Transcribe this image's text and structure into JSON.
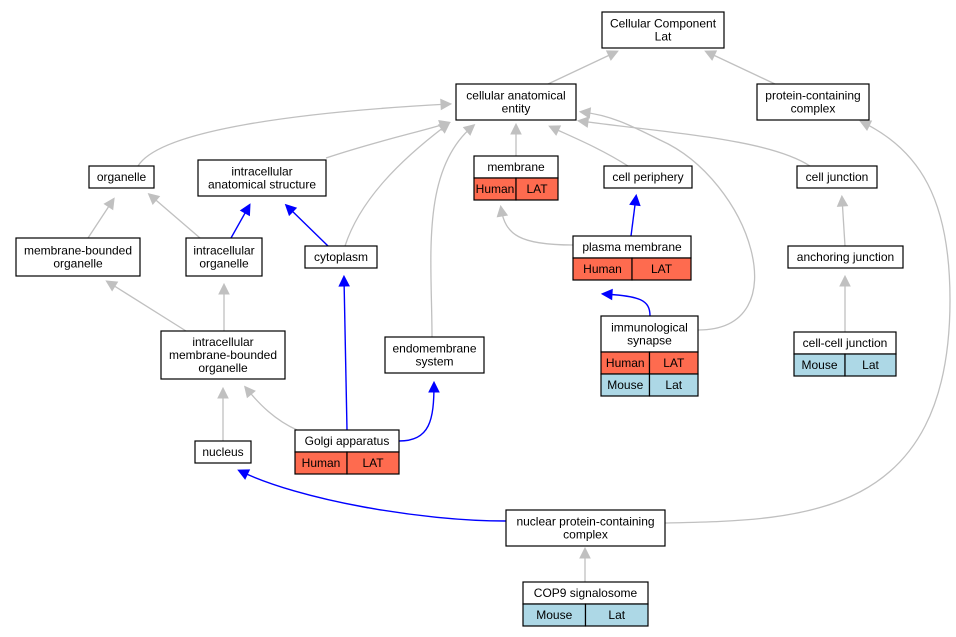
{
  "colors": {
    "human": "#fe6b4f",
    "mouse": "#add8e6",
    "edge_is_a": "#c0c0c0",
    "edge_part_of": "#0000ff"
  },
  "nodes": {
    "cellular_component": [
      "Cellular Component",
      "Lat"
    ],
    "cellular_anatomical_entity": [
      "cellular anatomical",
      "entity"
    ],
    "protein_containing_complex": [
      "protein-containing",
      "complex"
    ],
    "organelle": [
      "organelle"
    ],
    "intracellular_anatomical_structure": [
      "intracellular",
      "anatomical structure"
    ],
    "membrane": [
      "membrane"
    ],
    "cell_periphery": [
      "cell periphery"
    ],
    "cell_junction": [
      "cell junction"
    ],
    "membrane_bounded_organelle": [
      "membrane-bounded",
      "organelle"
    ],
    "intracellular_organelle": [
      "intracellular",
      "organelle"
    ],
    "cytoplasm": [
      "cytoplasm"
    ],
    "plasma_membrane": [
      "plasma membrane"
    ],
    "anchoring_junction": [
      "anchoring junction"
    ],
    "immunological_synapse": [
      "immunological",
      "synapse"
    ],
    "cell_cell_junction": [
      "cell-cell junction"
    ],
    "intracellular_membrane_bounded_organelle": [
      "intracellular",
      "membrane-bounded",
      "organelle"
    ],
    "endomembrane_system": [
      "endomembrane",
      "system"
    ],
    "golgi_apparatus": [
      "Golgi apparatus"
    ],
    "nucleus": [
      "nucleus"
    ],
    "nuclear_protein_containing_complex": [
      "nuclear protein-containing",
      "complex"
    ],
    "cop9_signalosome": [
      "COP9 signalosome"
    ]
  },
  "annotations": {
    "membrane": [
      [
        "Human",
        "LAT"
      ]
    ],
    "plasma_membrane": [
      [
        "Human",
        "LAT"
      ]
    ],
    "immunological_synapse": [
      [
        "Human",
        "LAT"
      ],
      [
        "Mouse",
        "Lat"
      ]
    ],
    "cell_cell_junction": [
      [
        "Mouse",
        "Lat"
      ]
    ],
    "golgi_apparatus": [
      [
        "Human",
        "LAT"
      ]
    ],
    "cop9_signalosome": [
      [
        "Mouse",
        "Lat"
      ]
    ]
  },
  "edges": [
    {
      "from": "cellular_anatomical_entity",
      "to": "cellular_component",
      "type": "is_a"
    },
    {
      "from": "protein_containing_complex",
      "to": "cellular_component",
      "type": "is_a"
    },
    {
      "from": "organelle",
      "to": "cellular_anatomical_entity",
      "type": "is_a"
    },
    {
      "from": "intracellular_anatomical_structure",
      "to": "cellular_anatomical_entity",
      "type": "is_a"
    },
    {
      "from": "membrane",
      "to": "cellular_anatomical_entity",
      "type": "is_a"
    },
    {
      "from": "cell_periphery",
      "to": "cellular_anatomical_entity",
      "type": "is_a"
    },
    {
      "from": "cell_junction",
      "to": "cellular_anatomical_entity",
      "type": "is_a"
    },
    {
      "from": "cytoplasm",
      "to": "cellular_anatomical_entity",
      "type": "is_a"
    },
    {
      "from": "endomembrane_system",
      "to": "cellular_anatomical_entity",
      "type": "is_a"
    },
    {
      "from": "immunological_synapse",
      "to": "cellular_anatomical_entity",
      "type": "is_a"
    },
    {
      "from": "membrane_bounded_organelle",
      "to": "organelle",
      "type": "is_a"
    },
    {
      "from": "intracellular_organelle",
      "to": "organelle",
      "type": "is_a"
    },
    {
      "from": "intracellular_organelle",
      "to": "intracellular_anatomical_structure",
      "type": "part_of"
    },
    {
      "from": "cytoplasm",
      "to": "intracellular_anatomical_structure",
      "type": "part_of"
    },
    {
      "from": "plasma_membrane",
      "to": "membrane",
      "type": "is_a"
    },
    {
      "from": "plasma_membrane",
      "to": "cell_periphery",
      "type": "part_of"
    },
    {
      "from": "anchoring_junction",
      "to": "cell_junction",
      "type": "is_a"
    },
    {
      "from": "immunological_synapse",
      "to": "plasma_membrane",
      "type": "part_of"
    },
    {
      "from": "cell_cell_junction",
      "to": "anchoring_junction",
      "type": "is_a"
    },
    {
      "from": "intracellular_membrane_bounded_organelle",
      "to": "membrane_bounded_organelle",
      "type": "is_a"
    },
    {
      "from": "intracellular_membrane_bounded_organelle",
      "to": "intracellular_organelle",
      "type": "is_a"
    },
    {
      "from": "golgi_apparatus",
      "to": "intracellular_membrane_bounded_organelle",
      "type": "is_a"
    },
    {
      "from": "golgi_apparatus",
      "to": "cytoplasm",
      "type": "part_of"
    },
    {
      "from": "golgi_apparatus",
      "to": "endomembrane_system",
      "type": "part_of"
    },
    {
      "from": "nucleus",
      "to": "intracellular_membrane_bounded_organelle",
      "type": "is_a"
    },
    {
      "from": "nuclear_protein_containing_complex",
      "to": "nucleus",
      "type": "part_of"
    },
    {
      "from": "nuclear_protein_containing_complex",
      "to": "protein_containing_complex",
      "type": "is_a"
    },
    {
      "from": "cop9_signalosome",
      "to": "nuclear_protein_containing_complex",
      "type": "is_a"
    }
  ]
}
